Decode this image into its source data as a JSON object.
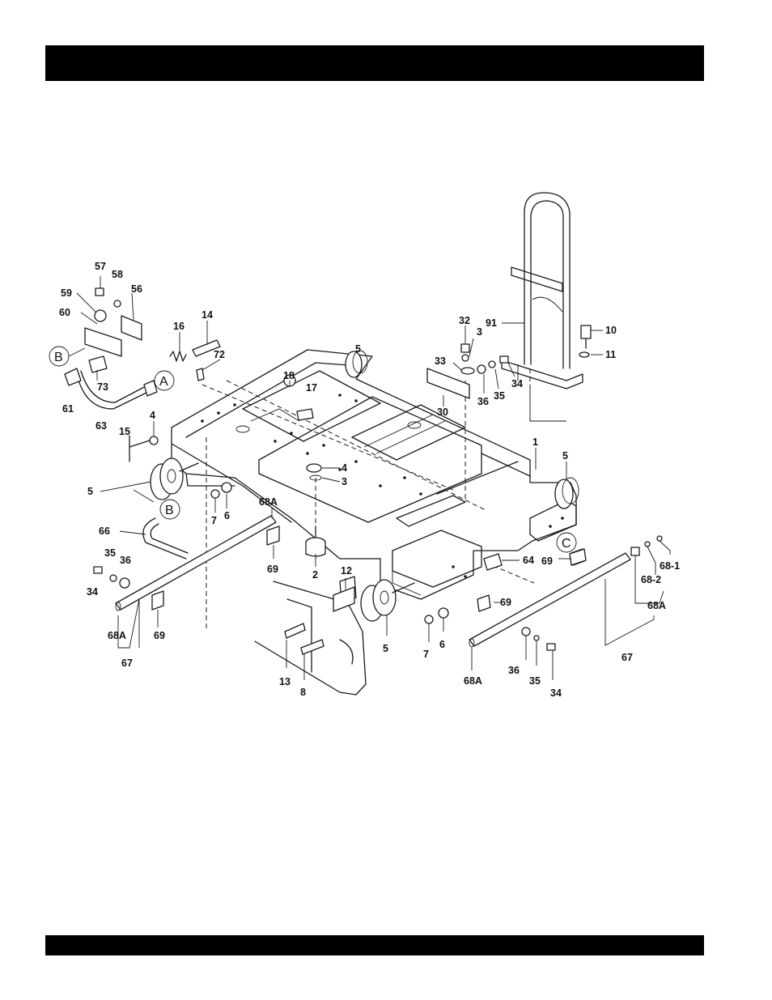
{
  "callouts": {
    "c57": "57",
    "c58": "58",
    "c59": "59",
    "c56": "56",
    "c60": "60",
    "cB1": "B",
    "c73": "73",
    "c61": "61",
    "c63": "63",
    "c16": "16",
    "c14": "14",
    "c72": "72",
    "cA": "A",
    "c18": "18",
    "c17": "17",
    "c4a": "4",
    "c15": "15",
    "c5a": "5",
    "c5b": "5",
    "c4b": "4",
    "c3a": "3",
    "c7a": "7",
    "c6a": "6",
    "cB2": "B",
    "c66": "66",
    "c68Aa": "68A",
    "c69a": "69",
    "c35a": "35",
    "c36a": "36",
    "c34a": "34",
    "c68Ab": "68A",
    "c69b": "69",
    "c67a": "67",
    "c2": "2",
    "c12": "12",
    "c13": "13",
    "c8": "8",
    "c5c": "5",
    "c7b": "7",
    "c6b": "6",
    "c69c": "69",
    "c68Ac": "68A",
    "c36b": "36",
    "c35b": "35",
    "c34b": "34",
    "c32": "32",
    "c3b": "3",
    "c33": "33",
    "c30": "30",
    "c36c": "36",
    "c35c": "35",
    "c34c": "34",
    "c91": "91",
    "c10": "10",
    "c11": "11",
    "c1": "1",
    "c5d": "5",
    "cC": "C",
    "c64": "64",
    "c69d": "69",
    "c68_1": "68-1",
    "c68_2": "68-2",
    "c68Ad": "68A",
    "c67b": "67"
  }
}
